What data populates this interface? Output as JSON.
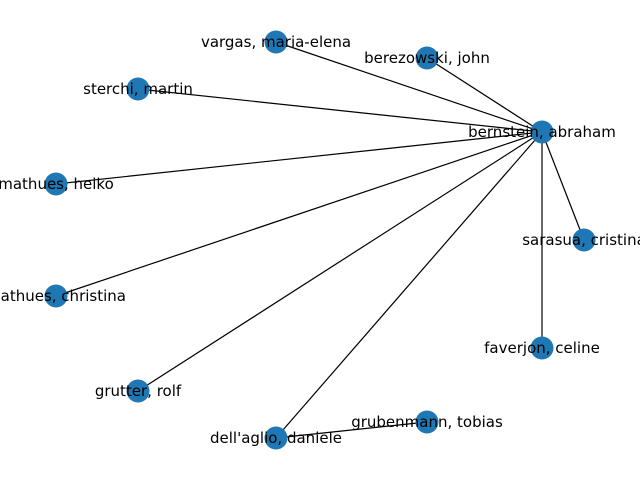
{
  "colors": {
    "node": "#1f77b4",
    "edge": "#000000",
    "background": "#ffffff"
  },
  "nodes": [
    {
      "id": "bernstein",
      "label": "bernstein, abraham"
    },
    {
      "id": "vargas",
      "label": "vargas, maria-elena"
    },
    {
      "id": "berezowski",
      "label": "berezowski, john"
    },
    {
      "id": "sterchi",
      "label": "sterchi, martin"
    },
    {
      "id": "mathues_h",
      "label": "mathues, heiko"
    },
    {
      "id": "sarasua",
      "label": "sarasua, cristina"
    },
    {
      "id": "mathues_c",
      "label": "mathues, christina"
    },
    {
      "id": "faverjon",
      "label": "faverjon, celine"
    },
    {
      "id": "grutter",
      "label": "grutter, rolf"
    },
    {
      "id": "grubenmann",
      "label": "grubenmann, tobias"
    },
    {
      "id": "dellaglio",
      "label": "dell'aglio, daniele"
    }
  ],
  "edges": [
    [
      "bernstein",
      "vargas"
    ],
    [
      "bernstein",
      "berezowski"
    ],
    [
      "bernstein",
      "sterchi"
    ],
    [
      "bernstein",
      "mathues_h"
    ],
    [
      "bernstein",
      "sarasua"
    ],
    [
      "bernstein",
      "mathues_c"
    ],
    [
      "bernstein",
      "faverjon"
    ],
    [
      "bernstein",
      "grutter"
    ],
    [
      "bernstein",
      "dellaglio"
    ],
    [
      "dellaglio",
      "grubenmann"
    ]
  ]
}
